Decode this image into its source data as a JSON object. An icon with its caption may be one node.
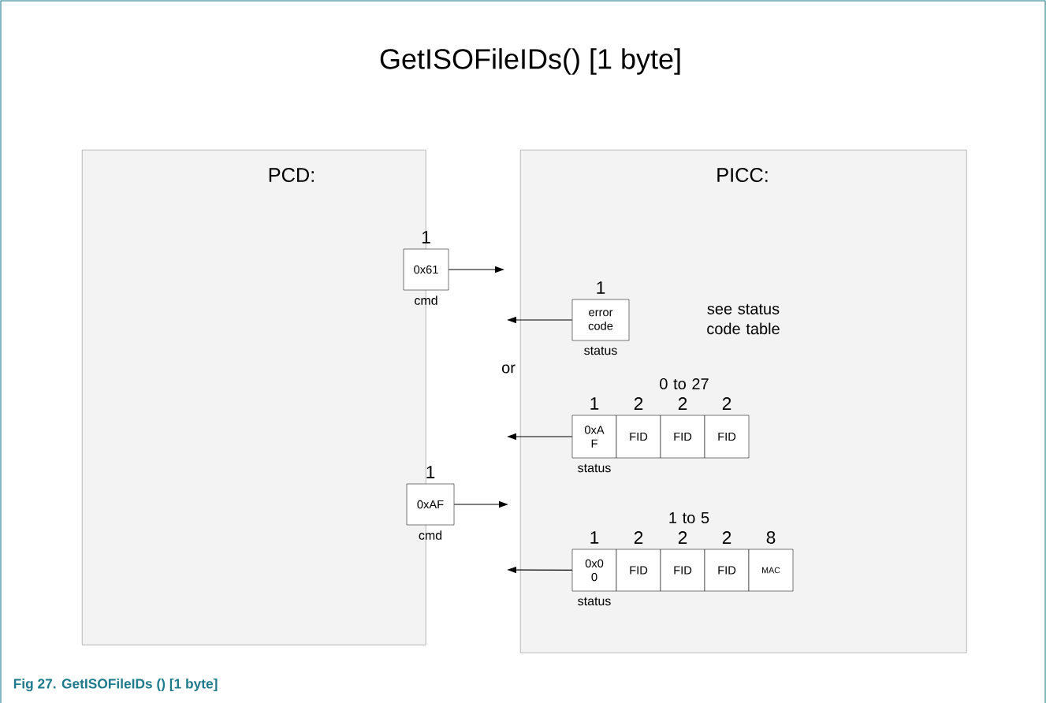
{
  "diagram": {
    "title": "GetISOFileIDs() [1 byte]",
    "caption": "Fig 27. GetISOFileIDs () [1 byte]",
    "nodes": [
      {
        "text": [
          "PCD:"
        ]
      },
      {
        "text": [
          "PICC:"
        ]
      },
      {
        "text": [
          "0x61"
        ],
        "beside": [
          "1",
          "cmd"
        ]
      },
      {
        "text": [
          "error code"
        ],
        "in": 1,
        "beside": [
          "1",
          "status"
        ]
      },
      {
        "text": [
          "0xA F"
        ],
        "in": 1,
        "beside": [
          "1",
          "status"
        ]
      },
      {
        "text": [
          "FID"
        ],
        "in": 1,
        "beside": [
          "2"
        ]
      },
      {
        "text": [
          "FID"
        ],
        "in": 1,
        "beside": [
          "2"
        ]
      },
      {
        "text": [
          "FID"
        ],
        "in": 1,
        "beside": [
          "2"
        ]
      },
      {
        "text": [
          "0xAF"
        ],
        "beside": [
          "1",
          "cmd"
        ]
      },
      {
        "text": [
          "0x0 0"
        ],
        "in": 1,
        "beside": [
          "1",
          "status"
        ]
      },
      {
        "text": [
          "FID"
        ],
        "in": 1,
        "beside": [
          "2"
        ]
      },
      {
        "text": [
          "FID"
        ],
        "in": 1,
        "beside": [
          "2"
        ]
      },
      {
        "text": [
          "FID"
        ],
        "in": 1,
        "beside": [
          "2"
        ]
      },
      {
        "text": [
          "MAC"
        ],
        "in": 1,
        "beside": [
          "8"
        ]
      }
    ],
    "edges": [
      {
        "from": 2,
        "to": null,
        "arrow": "to"
      },
      {
        "from": 3,
        "to": null,
        "arrow": "to"
      },
      {
        "from": 4,
        "to": null,
        "arrow": "to"
      },
      {
        "from": 8,
        "to": null,
        "arrow": "to"
      },
      {
        "from": 9,
        "to": null,
        "arrow": "to"
      }
    ],
    "labels": [
      "see status code table",
      "or",
      "0 to 27",
      "1 to 5"
    ]
  }
}
